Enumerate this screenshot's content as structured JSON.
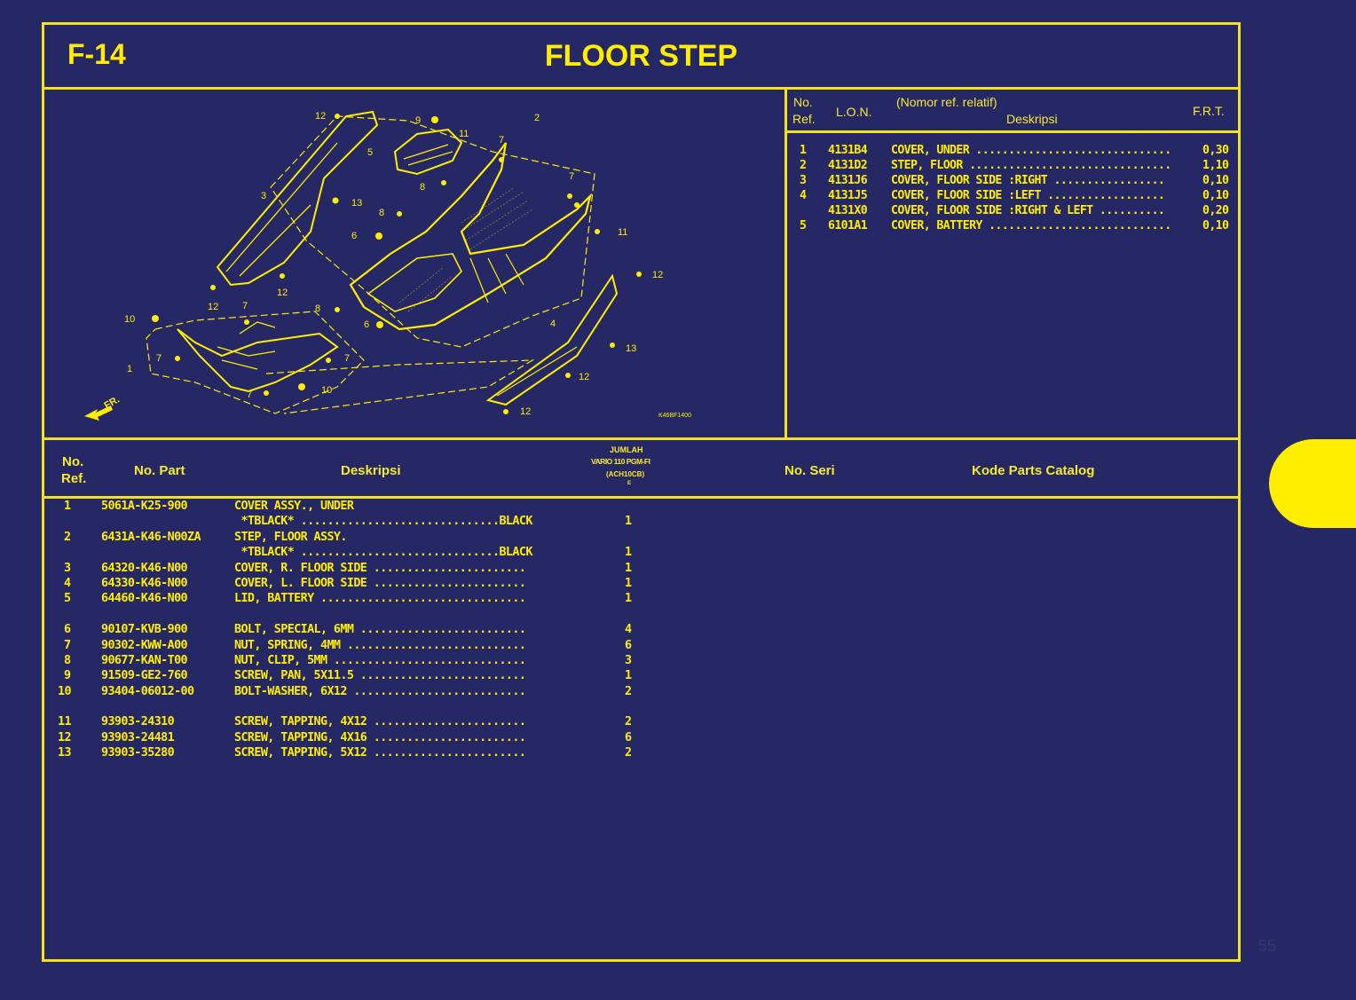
{
  "header": {
    "section_code": "F-14",
    "title": "FLOOR STEP"
  },
  "diagram": {
    "figure_code": "K46BF1400",
    "direction_label": "FR.",
    "callouts": [
      "1",
      "2",
      "3",
      "4",
      "5",
      "6",
      "7",
      "8",
      "9",
      "10",
      "11",
      "12",
      "13"
    ]
  },
  "lon_table": {
    "headers": {
      "no_ref": "No.",
      "no_ref2": "Ref.",
      "lon": "L.O.N.",
      "relative": "(Nomor ref. relatif)",
      "desc": "Deskripsi",
      "frt": "F.R.T."
    },
    "rows": [
      {
        "ref": "1",
        "lon": "4131B4",
        "desc": "COVER, UNDER ..............................",
        "frt": "0,30"
      },
      {
        "ref": "2",
        "lon": "4131D2",
        "desc": "STEP, FLOOR ...............................",
        "frt": "1,10"
      },
      {
        "ref": "3",
        "lon": "4131J6",
        "desc": "COVER, FLOOR SIDE :RIGHT .................",
        "frt": "0,10"
      },
      {
        "ref": "4",
        "lon": "4131J5",
        "desc": "COVER, FLOOR SIDE :LEFT ..................",
        "frt": "0,10"
      },
      {
        "ref": "",
        "lon": "4131X0",
        "desc": "COVER, FLOOR SIDE :RIGHT & LEFT ..........",
        "frt": "0,20"
      },
      {
        "ref": "5",
        "lon": "6101A1",
        "desc": "COVER, BATTERY ............................",
        "frt": "0,10"
      }
    ]
  },
  "parts_table": {
    "headers": {
      "no_ref": "No.",
      "no_ref2": "Ref.",
      "part_no": "No. Part",
      "desc": "Deskripsi",
      "qty_title": "JUMLAH",
      "qty_model": "VARIO 110 PGM-FI",
      "qty_code": "(ACH10CB)",
      "qty_type": "E",
      "serial": "No. Seri",
      "catalog": "Kode Parts Catalog"
    },
    "rows": [
      {
        "ref": "1",
        "part": "5061A-K25-900",
        "desc": "COVER ASSY., UNDER",
        "qty": ""
      },
      {
        "ref": "",
        "part": "",
        "desc": " *TBLACK* ..............................BLACK",
        "qty": "1"
      },
      {
        "ref": "2",
        "part": "6431A-K46-N00ZA",
        "desc": "STEP, FLOOR ASSY.",
        "qty": ""
      },
      {
        "ref": "",
        "part": "",
        "desc": " *TBLACK* ..............................BLACK",
        "qty": "1"
      },
      {
        "ref": "3",
        "part": "64320-K46-N00",
        "desc": "COVER, R. FLOOR SIDE .......................",
        "qty": "1"
      },
      {
        "ref": "4",
        "part": "64330-K46-N00",
        "desc": "COVER, L. FLOOR SIDE .......................",
        "qty": "1"
      },
      {
        "ref": "5",
        "part": "64460-K46-N00",
        "desc": "LID, BATTERY ...............................",
        "qty": "1"
      },
      {
        "gap": true
      },
      {
        "ref": "6",
        "part": "90107-KVB-900",
        "desc": "BOLT, SPECIAL, 6MM .........................",
        "qty": "4"
      },
      {
        "ref": "7",
        "part": "90302-KWW-A00",
        "desc": "NUT, SPRING, 4MM ...........................",
        "qty": "6"
      },
      {
        "ref": "8",
        "part": "90677-KAN-T00",
        "desc": "NUT, CLIP, 5MM .............................",
        "qty": "3"
      },
      {
        "ref": "9",
        "part": "91509-GE2-760",
        "desc": "SCREW, PAN, 5X11.5 .........................",
        "qty": "1"
      },
      {
        "ref": "10",
        "part": "93404-06012-00",
        "desc": "BOLT-WASHER, 6X12 ..........................",
        "qty": "2"
      },
      {
        "gap": true
      },
      {
        "ref": "11",
        "part": "93903-24310",
        "desc": "SCREW, TAPPING, 4X12 .......................",
        "qty": "2"
      },
      {
        "ref": "12",
        "part": "93903-24481",
        "desc": "SCREW, TAPPING, 4X16 .......................",
        "qty": "6"
      },
      {
        "ref": "13",
        "part": "93903-35280",
        "desc": "SCREW, TAPPING, 5X12 .......................",
        "qty": "2"
      }
    ]
  },
  "page": {
    "number": "55"
  },
  "colors": {
    "background": "#262866",
    "accent": "#ffee00",
    "border": "#f2e418"
  }
}
